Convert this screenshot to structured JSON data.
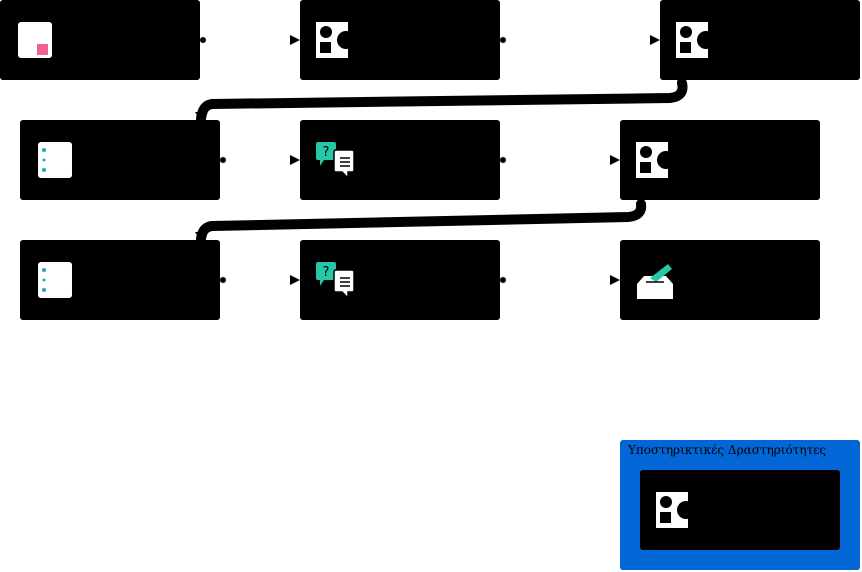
{
  "support_panel": {
    "title": "Υποστηρικτικές Δραστηριότητες"
  },
  "nodes": [
    {
      "id": "n1",
      "icon": "page-icon"
    },
    {
      "id": "n2",
      "icon": "shapes-icon"
    },
    {
      "id": "n3",
      "icon": "shapes-icon"
    },
    {
      "id": "n4",
      "icon": "list-icon"
    },
    {
      "id": "n5",
      "icon": "discussion-icon"
    },
    {
      "id": "n6",
      "icon": "shapes-icon"
    },
    {
      "id": "n7",
      "icon": "list-icon"
    },
    {
      "id": "n8",
      "icon": "discussion-icon"
    },
    {
      "id": "n9",
      "icon": "submit-icon"
    },
    {
      "id": "support-1",
      "icon": "shapes-icon"
    }
  ],
  "colors": {
    "node_fill": "#000000",
    "support_panel": "#0366d6",
    "accent_pink": "#f06292",
    "accent_teal": "#26c6a6",
    "dot_teal": "#26a6b6"
  }
}
